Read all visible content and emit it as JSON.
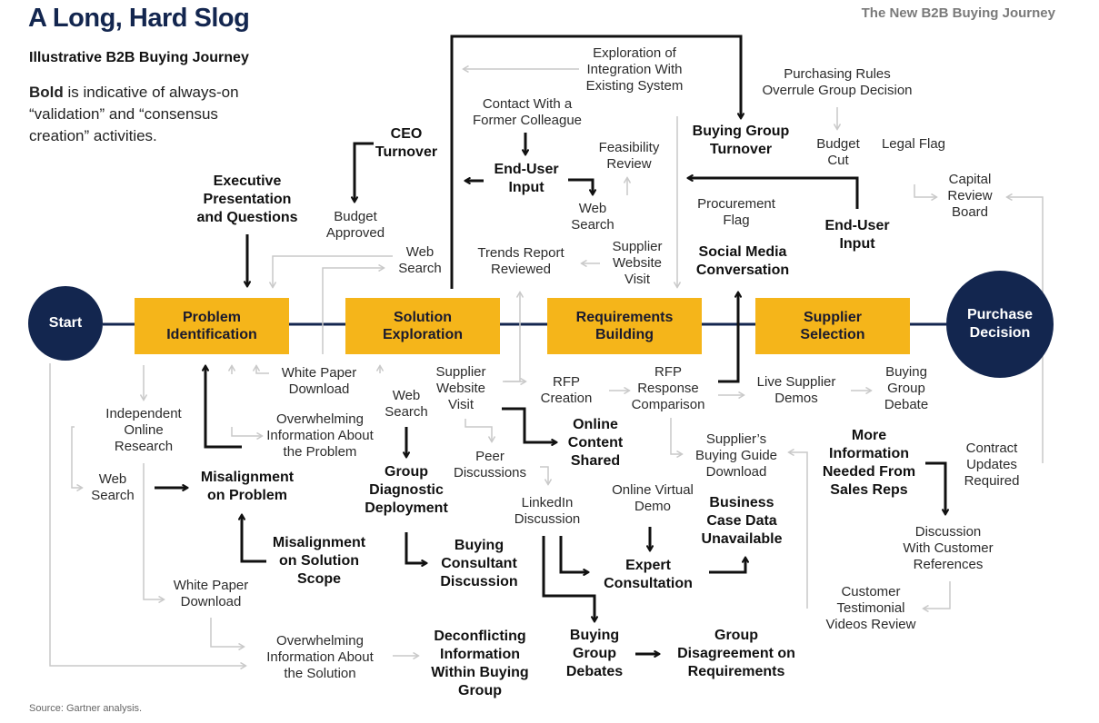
{
  "title": "A Long, Hard Slog",
  "corner_label": "The New B2B Buying Journey",
  "subtitle": "Illustrative B2B Buying Journey",
  "legend": {
    "bold_word": "Bold",
    "rest": " is indicative of always-on\n“validation” and “consensus\ncreation” activities."
  },
  "source": "Source: Gartner analysis.",
  "colors": {
    "navy": "#13264f",
    "gold": "#f5b51a",
    "arrow_dark": "#111111",
    "arrow_light": "#c9c9c9"
  },
  "start": "Start",
  "end": "Purchase\nDecision",
  "stages": [
    "Problem\nIdentification",
    "Solution\nExploration",
    "Requirements\nBuilding",
    "Supplier\nSelection"
  ],
  "activities": [
    "Executive\nPresentation\nand Questions",
    "CEO\nTurnover",
    "Budget\nApproved",
    "Web\nSearch",
    "Exploration of\nIntegration With\nExisting System",
    "Contact With a\nFormer Colleague",
    "End-User\nInput",
    "Feasibility\nReview",
    "Web\nSearch",
    "Trends Report\nReviewed",
    "Supplier\nWebsite\nVisit",
    "Purchasing Rules\nOverrule Group Decision",
    "Buying Group\nTurnover",
    "Budget\nCut",
    "Legal Flag",
    "Procurement\nFlag",
    "Social Media\nConversation",
    "End-User\nInput",
    "Capital\nReview\nBoard",
    "White Paper\nDownload",
    "Independent\nOnline\nResearch",
    "Overwhelming\nInformation About\nthe Problem",
    "Web\nSearch",
    "Misalignment\non Problem",
    "Misalignment\non Solution\nScope",
    "White Paper\nDownload",
    "Overwhelming\nInformation About\nthe Solution",
    "Web\nSearch",
    "Group\nDiagnostic\nDeployment",
    "Buying\nConsultant\nDiscussion",
    "Deconflicting\nInformation\nWithin Buying\nGroup",
    "Supplier\nWebsite\nVisit",
    "Online\nContent\nShared",
    "Peer\nDiscussions",
    "LinkedIn\nDiscussion",
    "RFP\nCreation",
    "RFP\nResponse\nComparison",
    "Online Virtual\nDemo",
    "Expert\nConsultation",
    "Business\nCase Data\nUnavailable",
    "Buying\nGroup\nDebates",
    "Group\nDisagreement on\nRequirements",
    "Live Supplier\nDemos",
    "Buying\nGroup\nDebate",
    "Supplier’s\nBuying Guide\nDownload",
    "More\nInformation\nNeeded From\nSales Reps",
    "Contract\nUpdates\nRequired",
    "Discussion\nWith Customer\nReferences",
    "Customer\nTestimonial\nVideos Review"
  ]
}
